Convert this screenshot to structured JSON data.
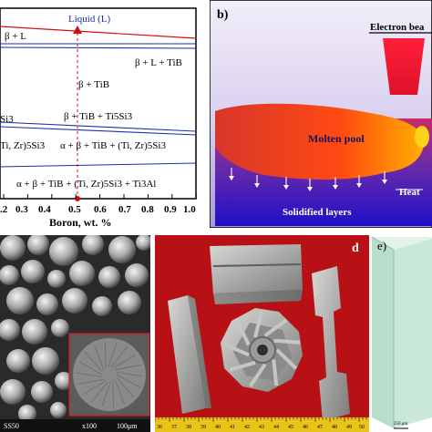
{
  "panel_a": {
    "phase_labels": [
      "Liquid (L)",
      "β + L",
      "β + L + TiB",
      "β + TiB",
      "β + TiB + Ti5Si3",
      "α + β + TiB +  (Ti, Zr)5Si3",
      "α + β + TiB +  (Ti, Zr)5Si3 + Ti3Al"
    ],
    "left_labels": [
      "Si3",
      "Ti, Zr)5Si3"
    ],
    "x_axis_title": "Boron, wt. %",
    "x_ticks": [
      ".2",
      "0.3",
      "0.4",
      "0.5",
      "0.6",
      "0.7",
      "0.8",
      "0.9",
      "1.0"
    ],
    "marker_x": 0.5
  },
  "panel_b": {
    "label": "b)",
    "beam_label": "Electron bea",
    "pool_label": "Molten pool",
    "heat_label": "Heat",
    "layers_label": "Solidified  layers"
  },
  "panel_c": {
    "info": [
      "SS50",
      "x100",
      "100μm"
    ]
  },
  "panel_d": {
    "label": "d",
    "ruler_ticks": [
      "36",
      "37",
      "38",
      "39",
      "40",
      "41",
      "42",
      "43",
      "44",
      "45",
      "46",
      "47",
      "48",
      "49",
      "50"
    ]
  },
  "panel_e": {
    "label": "e)",
    "scale": "250 μm"
  }
}
